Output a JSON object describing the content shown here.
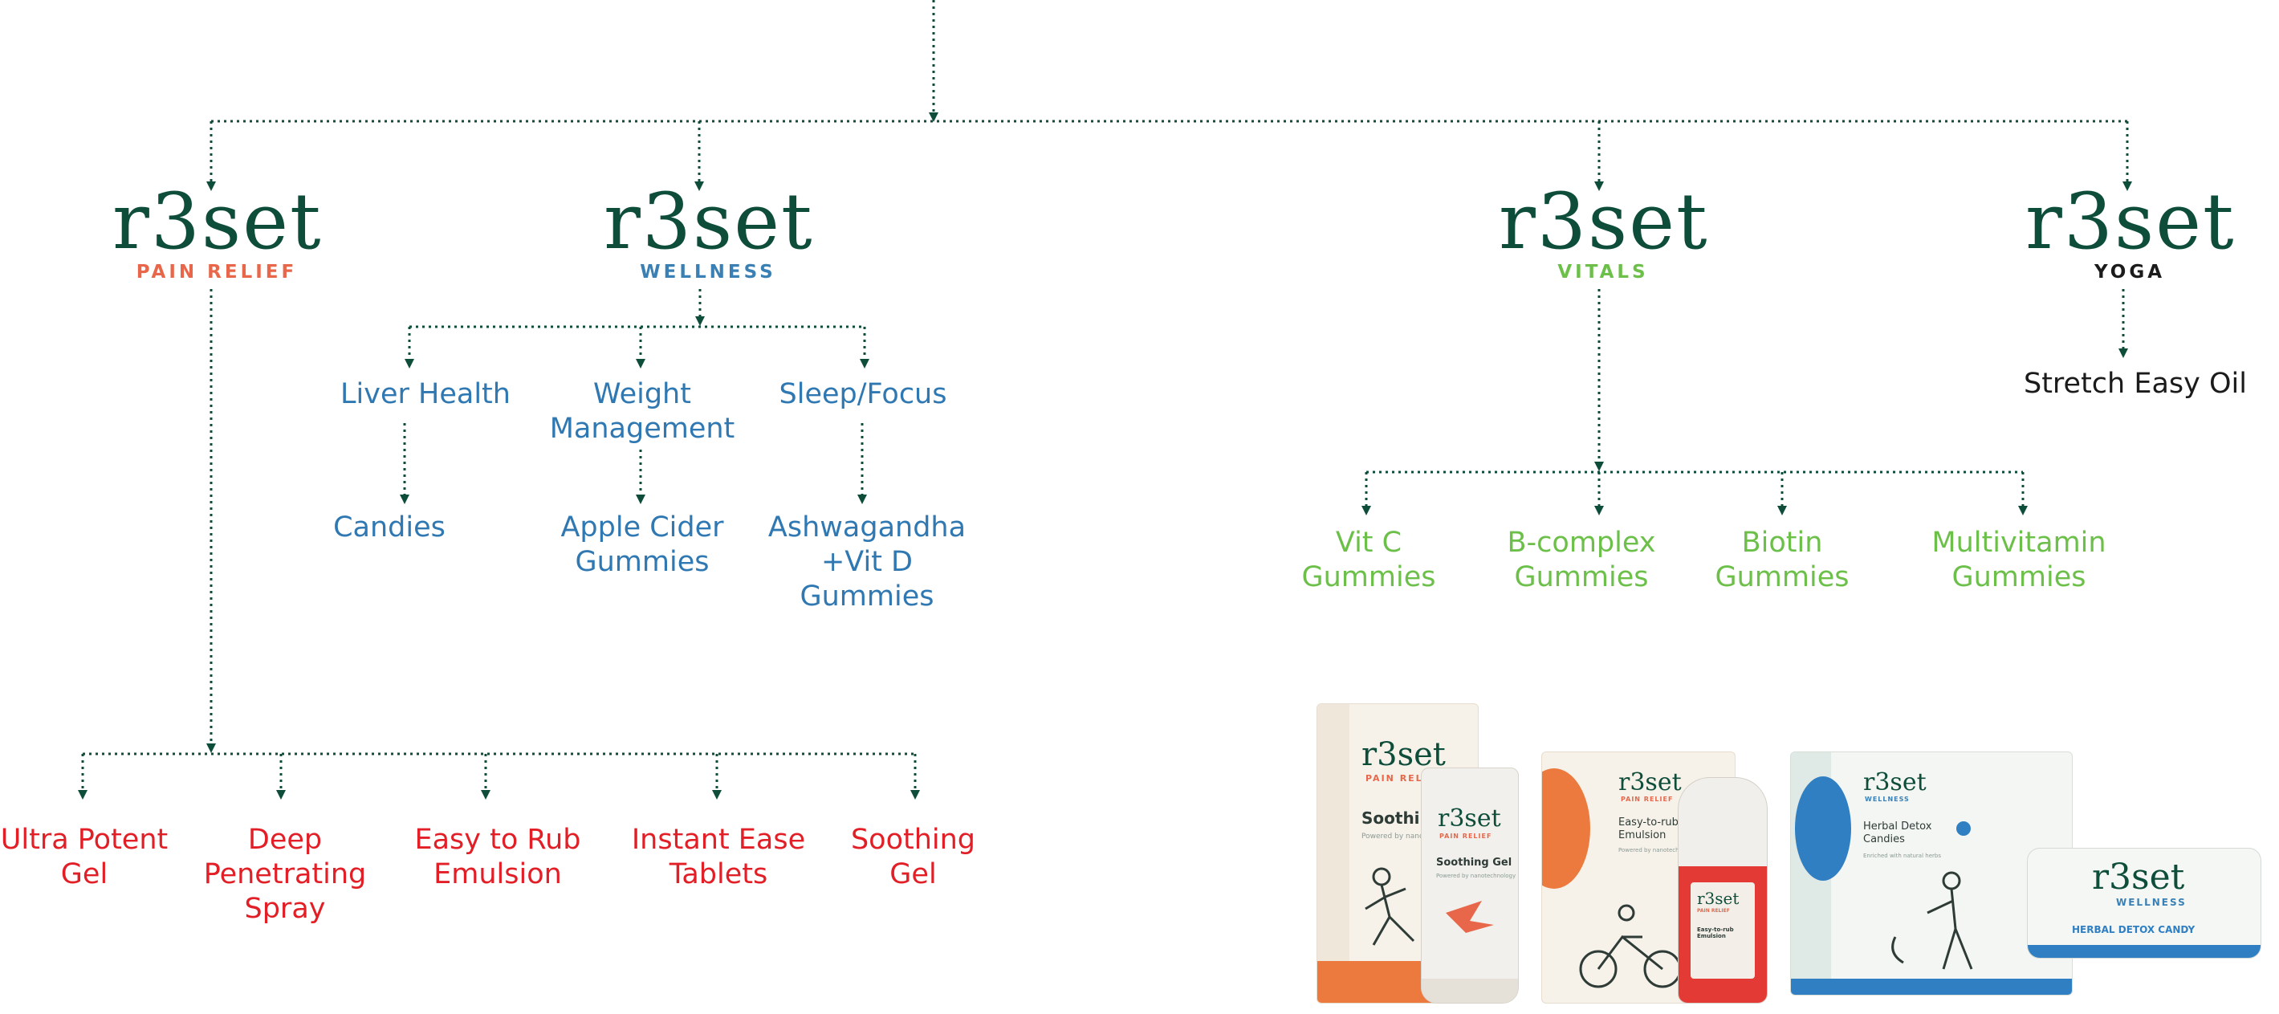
{
  "colors": {
    "connector": "#0f4d3b",
    "pain_relief": "#e8674a",
    "wellness": "#3a80b4",
    "vitals": "#6cc04a",
    "yoga": "#1b1b1b",
    "pain_products": "#e21f26",
    "wellness_items": "#2f78b2",
    "vitals_items": "#6cc04a"
  },
  "brands": [
    {
      "id": "pain",
      "word": "r3set",
      "sub": "PAIN RELIEF"
    },
    {
      "id": "wellness",
      "word": "r3set",
      "sub": "WELLNESS"
    },
    {
      "id": "vitals",
      "word": "r3set",
      "sub": "VITALS"
    },
    {
      "id": "yoga",
      "word": "r3set",
      "sub": "YOGA"
    }
  ],
  "wellness_categories": [
    "Liver Health",
    "Weight Management",
    "Sleep/Focus"
  ],
  "wellness_products": [
    "Candies",
    "Apple Cider Gummies",
    "Ashwagandha +Vit D Gummies"
  ],
  "pain_products": [
    "Ultra Potent Gel",
    "Deep Penetrating Spray",
    "Easy to Rub Emulsion",
    "Instant Ease Tablets",
    "Soothing Gel"
  ],
  "vitals_products": [
    "Vit C Gummies",
    "B-complex Gummies",
    "Biotin Gummies",
    "Multivitamin Gummies"
  ],
  "yoga_products": [
    "Stretch Easy Oil"
  ],
  "photo": {
    "box1": {
      "brand": "r3set",
      "sub": "PAIN RELIEF",
      "name": "Soothing",
      "tag": "Powered by nanotechnology"
    },
    "tube": {
      "brand": "r3set",
      "sub": "PAIN RELIEF",
      "name": "Soothing Gel",
      "tag": "Powered by nanotechnology"
    },
    "box2": {
      "brand": "r3set",
      "sub": "PAIN RELIEF",
      "name": "Easy-to-rub Emulsion",
      "tag": "Powered by nanotechnology"
    },
    "bottle": {
      "brand": "r3set",
      "sub": "PAIN RELIEF",
      "name": "Easy-to-rub Emulsion"
    },
    "box3": {
      "brand": "r3set",
      "sub": "WELLNESS",
      "name": "Herbal Detox Candies",
      "tag": "Enriched with natural herbs"
    },
    "candy": {
      "brand": "r3set",
      "sub": "WELLNESS",
      "name": "HERBAL DETOX CANDY"
    }
  }
}
